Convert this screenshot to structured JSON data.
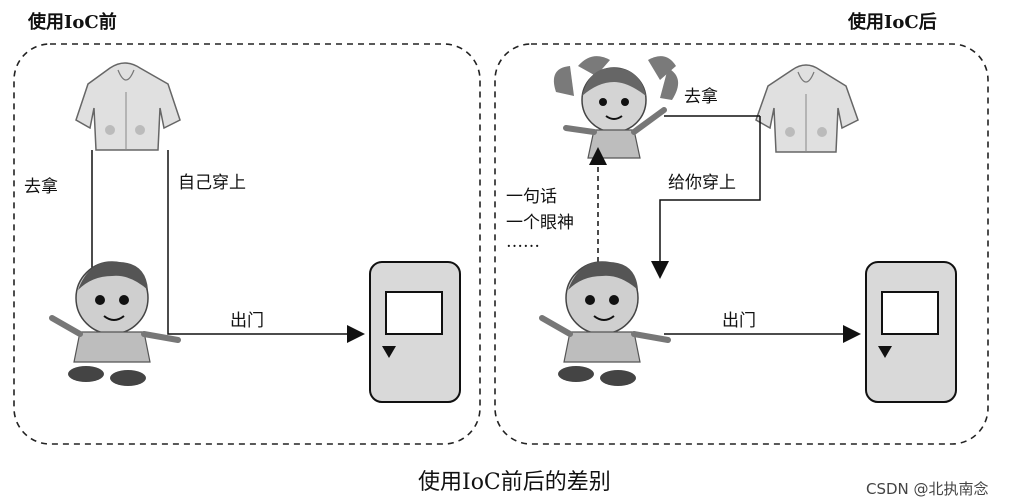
{
  "panels": {
    "before": {
      "title": "使用IoC前",
      "labels": {
        "fetch": "去拿",
        "self_wear": "自己穿上",
        "go_out": "出门"
      }
    },
    "after": {
      "title": "使用IoC后",
      "labels": {
        "fetch": "去拿",
        "dress_you": "给你穿上",
        "hint_line1": "一句话",
        "hint_line2": "一个眼神",
        "hint_line3": "……",
        "go_out": "出门"
      }
    }
  },
  "caption": "使用IoC前后的差别",
  "watermark": "CSDN @北执南念",
  "colors": {
    "line": "#111111",
    "door_fill": "#d9d9d9",
    "figure_fill": "#bdbdbd"
  },
  "icons": [
    "jacket-icon",
    "boy-icon",
    "girl-icon",
    "door-icon",
    "arrow-icon"
  ]
}
